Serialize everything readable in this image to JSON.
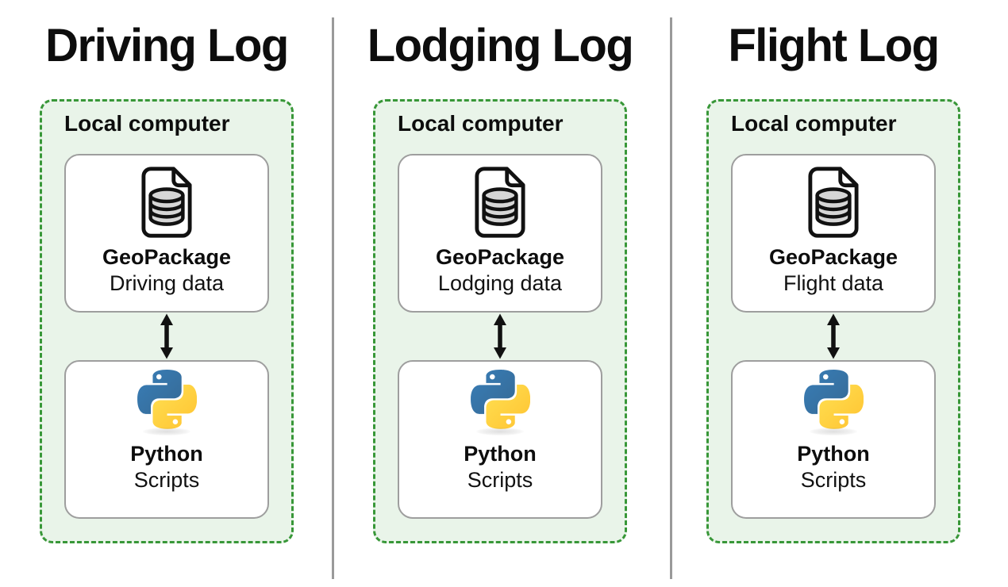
{
  "diagram": {
    "columns": [
      {
        "title": "Driving Log",
        "panel_label": "Local computer",
        "geopackage": {
          "name": "GeoPackage",
          "description": "Driving data"
        },
        "python": {
          "name": "Python",
          "description": "Scripts"
        }
      },
      {
        "title": "Lodging Log",
        "panel_label": "Local computer",
        "geopackage": {
          "name": "GeoPackage",
          "description": "Lodging data"
        },
        "python": {
          "name": "Python",
          "description": "Scripts"
        }
      },
      {
        "title": "Flight Log",
        "panel_label": "Local computer",
        "geopackage": {
          "name": "GeoPackage",
          "description": "Flight data"
        },
        "python": {
          "name": "Python",
          "description": "Scripts"
        }
      }
    ],
    "icons": {
      "geopackage": "file-with-database-cylinder-icon",
      "python": "python-logo-icon",
      "connector": "bidirectional-vertical-arrow-icon"
    },
    "colors": {
      "panel_border_green": "#389738",
      "panel_fill_green": "#e9f4e9",
      "node_border_gray": "#9e9e9e",
      "divider_gray": "#9a9a9a",
      "arrow_black": "#111111",
      "database_fill_gray": "#d6d6d6",
      "python_blue": "#387EB8",
      "python_yellow": "#FFD43B",
      "text_black": "#0d0d0d",
      "background_white": "#ffffff"
    }
  }
}
